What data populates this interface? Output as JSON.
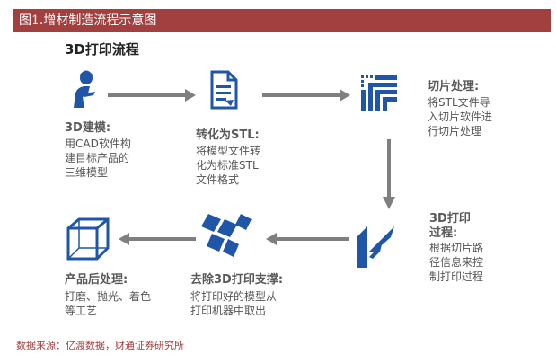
{
  "figure_title": "图1.增材制造流程示意图",
  "subtitle": "3D打印流程",
  "steps": [
    {
      "label": "3D建模:",
      "desc": [
        "用CAD软件构",
        "建目标产品的",
        "三维模型"
      ]
    },
    {
      "label": "转化为STL:",
      "desc": [
        "将模型文件转",
        "化为标准STL",
        "文件格式"
      ]
    },
    {
      "label": "切片处理:",
      "desc": [
        "将STL文件导",
        "入切片软件进",
        "行切片处理"
      ]
    },
    {
      "label": [
        "3D打印",
        "过程:"
      ],
      "desc": [
        "根据切片路",
        "径信息来控",
        "制打印过程"
      ]
    },
    {
      "label": "去除3D打印支撑:",
      "desc": [
        "将打印好的模型从",
        "打印机器中取出"
      ]
    },
    {
      "label": "产品后处理:",
      "desc": [
        "打磨、抛光、着色",
        "等工艺"
      ]
    }
  ],
  "source": "数据来源：亿渡数据，财通证券研究所",
  "colors": {
    "accent": "#1f56a8",
    "arrow": "#7f7f7f",
    "title_bar": "#a23f3f"
  }
}
